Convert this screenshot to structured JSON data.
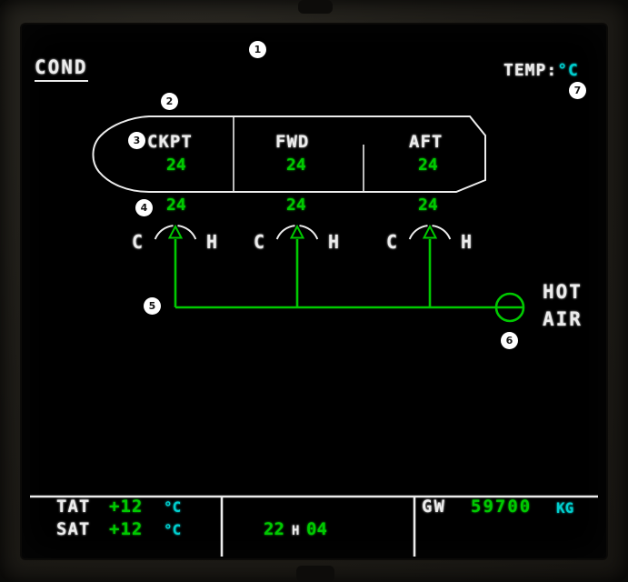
{
  "page": {
    "title": "COND",
    "temp_label": "TEMP:",
    "temp_unit": "°C"
  },
  "zones": [
    {
      "name": "CKPT",
      "cabin_temp": "24",
      "duct_temp": "24"
    },
    {
      "name": "FWD",
      "cabin_temp": "24",
      "duct_temp": "24"
    },
    {
      "name": "AFT",
      "cabin_temp": "24",
      "duct_temp": "24"
    }
  ],
  "gauge": {
    "cold_label": "C",
    "hot_label": "H"
  },
  "hot_air": {
    "line1": "HOT",
    "line2": "AIR"
  },
  "annotations": [
    "1",
    "2",
    "3",
    "4",
    "5",
    "6",
    "7"
  ],
  "footer": {
    "tat_label": "TAT",
    "tat_value": "+12",
    "tat_unit": "°C",
    "sat_label": "SAT",
    "sat_value": "+12",
    "sat_unit": "°C",
    "time_hours": "22",
    "time_sep": "H",
    "time_minutes": "04",
    "gw_label": "GW",
    "gw_value": "59700",
    "gw_unit": "KG"
  },
  "colors": {
    "green": "#00c900",
    "cyan": "#00cfcf",
    "white": "#ececec",
    "marker_bg": "#ffffff",
    "marker_text": "#141414"
  }
}
